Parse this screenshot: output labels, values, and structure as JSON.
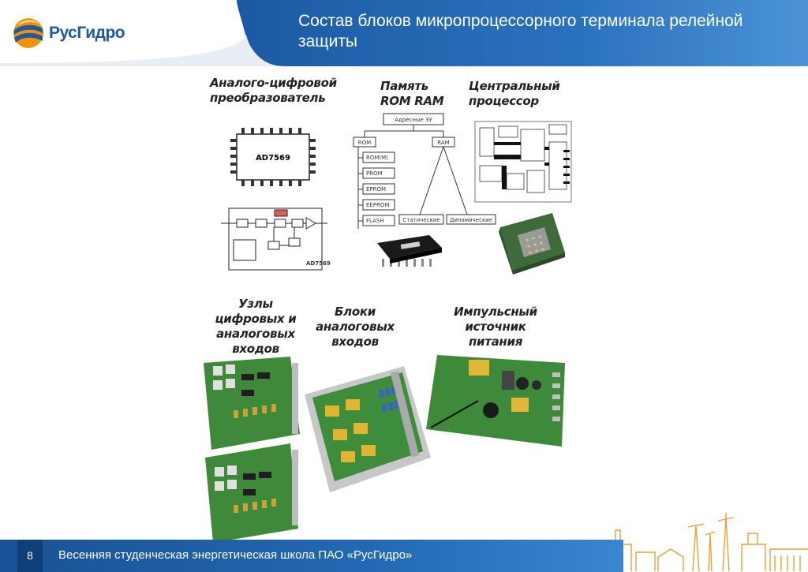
{
  "header": {
    "logo_text": "РусГидро",
    "title": "Состав блоков микропроцессорного терминала релейной защиты"
  },
  "blocks": {
    "adc": "Аналого-цифровой\nпреобразователь",
    "memory": "Память\nROM RAM",
    "cpu": "Центральный\nпроцессор",
    "digital_nodes": "Узлы\nцифровых и\nаналоговых\nвходов",
    "analog_blocks": "Блоки\nаналоговых\nвходов",
    "psu": "Импульсный\nисточник\nпитания"
  },
  "diagram": {
    "chip_label": "AD7569",
    "chip_label_2": "AD7569",
    "mem_root": "Адресные ЗУ",
    "mem_rom": "ROM",
    "mem_ram": "RAM",
    "mem_items": [
      "ROM(M)",
      "PROM",
      "EPROM",
      "EEPROM",
      "FLASH"
    ],
    "mem_static": "Статические",
    "mem_dynamic": "Динамические"
  },
  "footer": {
    "page_number": "8",
    "text": "Весенняя студенческая энергетическая школа ПАО «РусГидро»"
  },
  "colors": {
    "header_blue": "#2a6fb8",
    "footer_blue": "#1a5294",
    "logo_orange": "#f39200",
    "skyline_orange": "#f0a030"
  }
}
